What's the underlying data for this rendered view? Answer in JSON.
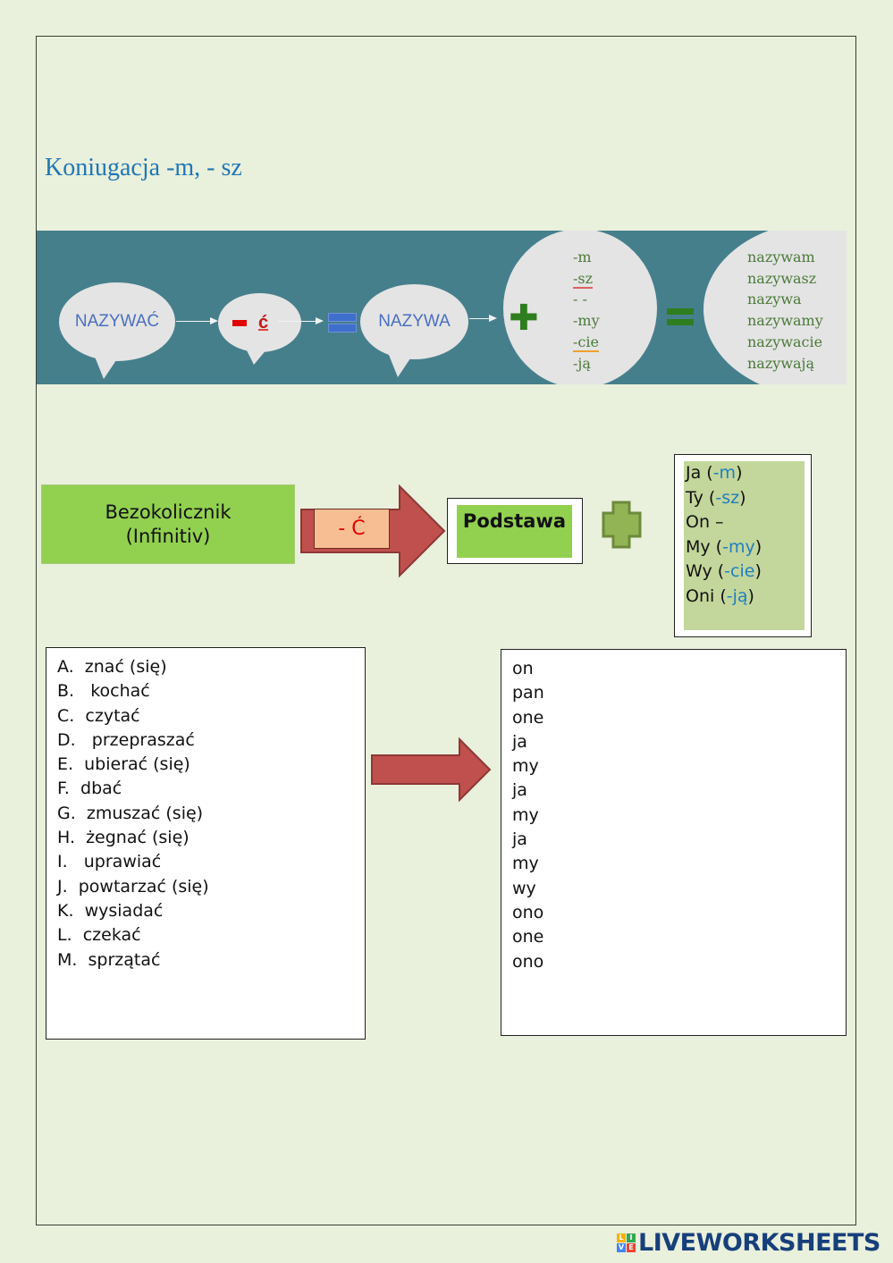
{
  "title": "Koniugacja -m, - sz",
  "banner": {
    "cut_off_text": "- - - - - - - - - - - - - - - - - - - - - - - - - - -",
    "infinitive_word": "NAZYWAĆ",
    "minus_letter": "ć",
    "stem_word": "NAZYWA",
    "suffixes": [
      {
        "text": "-m",
        "underline": ""
      },
      {
        "text": "-sz",
        "underline": "red"
      },
      {
        "text": "- -",
        "underline": ""
      },
      {
        "text": "-my",
        "underline": ""
      },
      {
        "text": "-cie",
        "underline": "orange"
      },
      {
        "text": "-ją",
        "underline": ""
      }
    ],
    "forms": [
      "nazywam",
      "nazywasz",
      "nazywa",
      "nazywamy",
      "nazywacie",
      "nazywają"
    ],
    "colors": {
      "background": "#467f8c",
      "bubble": "#e4e4e4",
      "word": "#4a6fbf",
      "suffix_text": "#4b7a3a",
      "plus_equals": "#2e7d1e"
    }
  },
  "formula": {
    "infinitive_line1": "Bezokolicznik",
    "infinitive_line2": "(Infinitiv)",
    "minus_label": "- Ć",
    "stem_label": "Podstawa",
    "pronouns": [
      {
        "pronoun": "Ja (",
        "ending": "-m",
        "close": ")"
      },
      {
        "pronoun": "Ty (",
        "ending": "-sz",
        "close": ")"
      },
      {
        "pronoun": "On –",
        "ending": "",
        "close": ""
      },
      {
        "pronoun": "My (",
        "ending": "-my",
        "close": ")"
      },
      {
        "pronoun": "Wy (",
        "ending": "-cie",
        "close": ")"
      },
      {
        "pronoun": "Oni (",
        "ending": "-ją",
        "close": ")"
      }
    ]
  },
  "exercise": {
    "verbs": [
      {
        "letter": "A.",
        "verb": " znać (się)"
      },
      {
        "letter": "B.",
        "verb": "  kochać"
      },
      {
        "letter": "C.",
        "verb": " czytać"
      },
      {
        "letter": "D.",
        "verb": "  przepraszać"
      },
      {
        "letter": "E.",
        "verb": " ubierać (się)"
      },
      {
        "letter": "F.",
        "verb": " dbać"
      },
      {
        "letter": "G.",
        "verb": " zmuszać (się)"
      },
      {
        "letter": "H.",
        "verb": " żegnać (się)"
      },
      {
        "letter": "I.",
        "verb": "  uprawiać"
      },
      {
        "letter": "J.",
        "verb": " powtarzać (się)"
      },
      {
        "letter": "K.",
        "verb": " wysiadać"
      },
      {
        "letter": "L.",
        "verb": " czekać"
      },
      {
        "letter": "M.",
        "verb": " sprzątać"
      }
    ],
    "subjects": [
      "on",
      "pan",
      "one",
      "ja",
      "my",
      "ja",
      "my",
      "ja",
      "my",
      "wy",
      "ono",
      "one",
      "ono"
    ]
  },
  "footer": {
    "logo_blocks": [
      "L",
      "I",
      "V",
      "E"
    ],
    "logo_block_colors": [
      "#f4b400",
      "#34a853",
      "#4285f4",
      "#ea4335"
    ],
    "logo_text": "LIVEWORKSHEETS"
  }
}
